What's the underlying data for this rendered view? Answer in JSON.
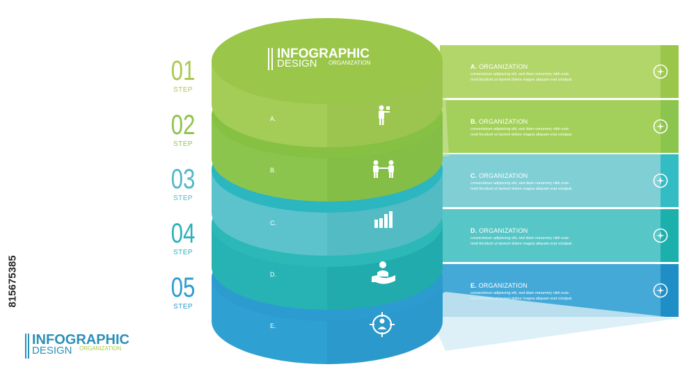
{
  "brand": {
    "title": "INFOGRAPHIC",
    "subtitle": "DESIGN",
    "tagline": "ORGANIZATION"
  },
  "stock_id": "815675385",
  "steps": [
    {
      "number": "01",
      "label": "STEP",
      "color": "#a9c94e"
    },
    {
      "number": "02",
      "label": "STEP",
      "color": "#8fc24a"
    },
    {
      "number": "03",
      "label": "STEP",
      "color": "#4fb8c6"
    },
    {
      "number": "04",
      "label": "STEP",
      "color": "#2bb0ba"
    },
    {
      "number": "05",
      "label": "STEP",
      "color": "#2b9bd1"
    }
  ],
  "layers": [
    {
      "letter": "A.",
      "icon": "presenter-icon",
      "color": "#9ac64a"
    },
    {
      "letter": "B.",
      "icon": "handshake-icon",
      "color": "#8cc54d"
    },
    {
      "letter": "C.",
      "icon": "bar-chart-icon",
      "color": "#5cc3cc"
    },
    {
      "letter": "D.",
      "icon": "hand-person-icon",
      "color": "#27b2b4"
    },
    {
      "letter": "E.",
      "icon": "target-person-icon",
      "color": "#2fa0d2"
    }
  ],
  "panels": [
    {
      "letter": "A.",
      "title": "ORGANIZATION",
      "desc1": "consectetuer adipiscing elit, sed diam nonummy nibh euis-",
      "desc2": "mod tincidunt ut laoreet dolore magna aliquam erat volutpat.",
      "color": "#b3d66a",
      "stripe": "#9ac64a",
      "icon": "plus-circle-icon"
    },
    {
      "letter": "B.",
      "title": "ORGANIZATION",
      "desc1": "consectetuer adipiscing elit, sed diam nonummy nibh euis-",
      "desc2": "mod tincidunt ut laoreet dolore magna aliquam erat volutpat.",
      "color": "#a3d05a",
      "stripe": "#8cc54d",
      "icon": "plus-circle-icon"
    },
    {
      "letter": "C.",
      "title": "ORGANIZATION",
      "desc1": "consectetuer adipiscing elit, sed diam nonummy nibh euis-",
      "desc2": "mod tincidunt ut laoreet dolore magna aliquam erat volutpat.",
      "color": "#80cfd5",
      "stripe": "#34bcc4",
      "icon": "plus-circle-icon"
    },
    {
      "letter": "D.",
      "title": "ORGANIZATION",
      "desc1": "consectetuer adipiscing elit, sed diam nonummy nibh euis-",
      "desc2": "mod tincidunt ut laoreet dolore magna aliquam erat volutpat.",
      "color": "#56c6c6",
      "stripe": "#1cb0ac",
      "icon": "plus-circle-icon"
    },
    {
      "letter": "E.",
      "title": "ORGANIZATION",
      "desc1": "consectetuer adipiscing elit, sed diam nonummy nibh euis-",
      "desc2": "mod tincidunt ut laoreet dolore magna aliquam erat volutpat.",
      "color": "#45a9d8",
      "stripe": "#1f8ec6",
      "icon": "plus-circle-icon"
    }
  ]
}
